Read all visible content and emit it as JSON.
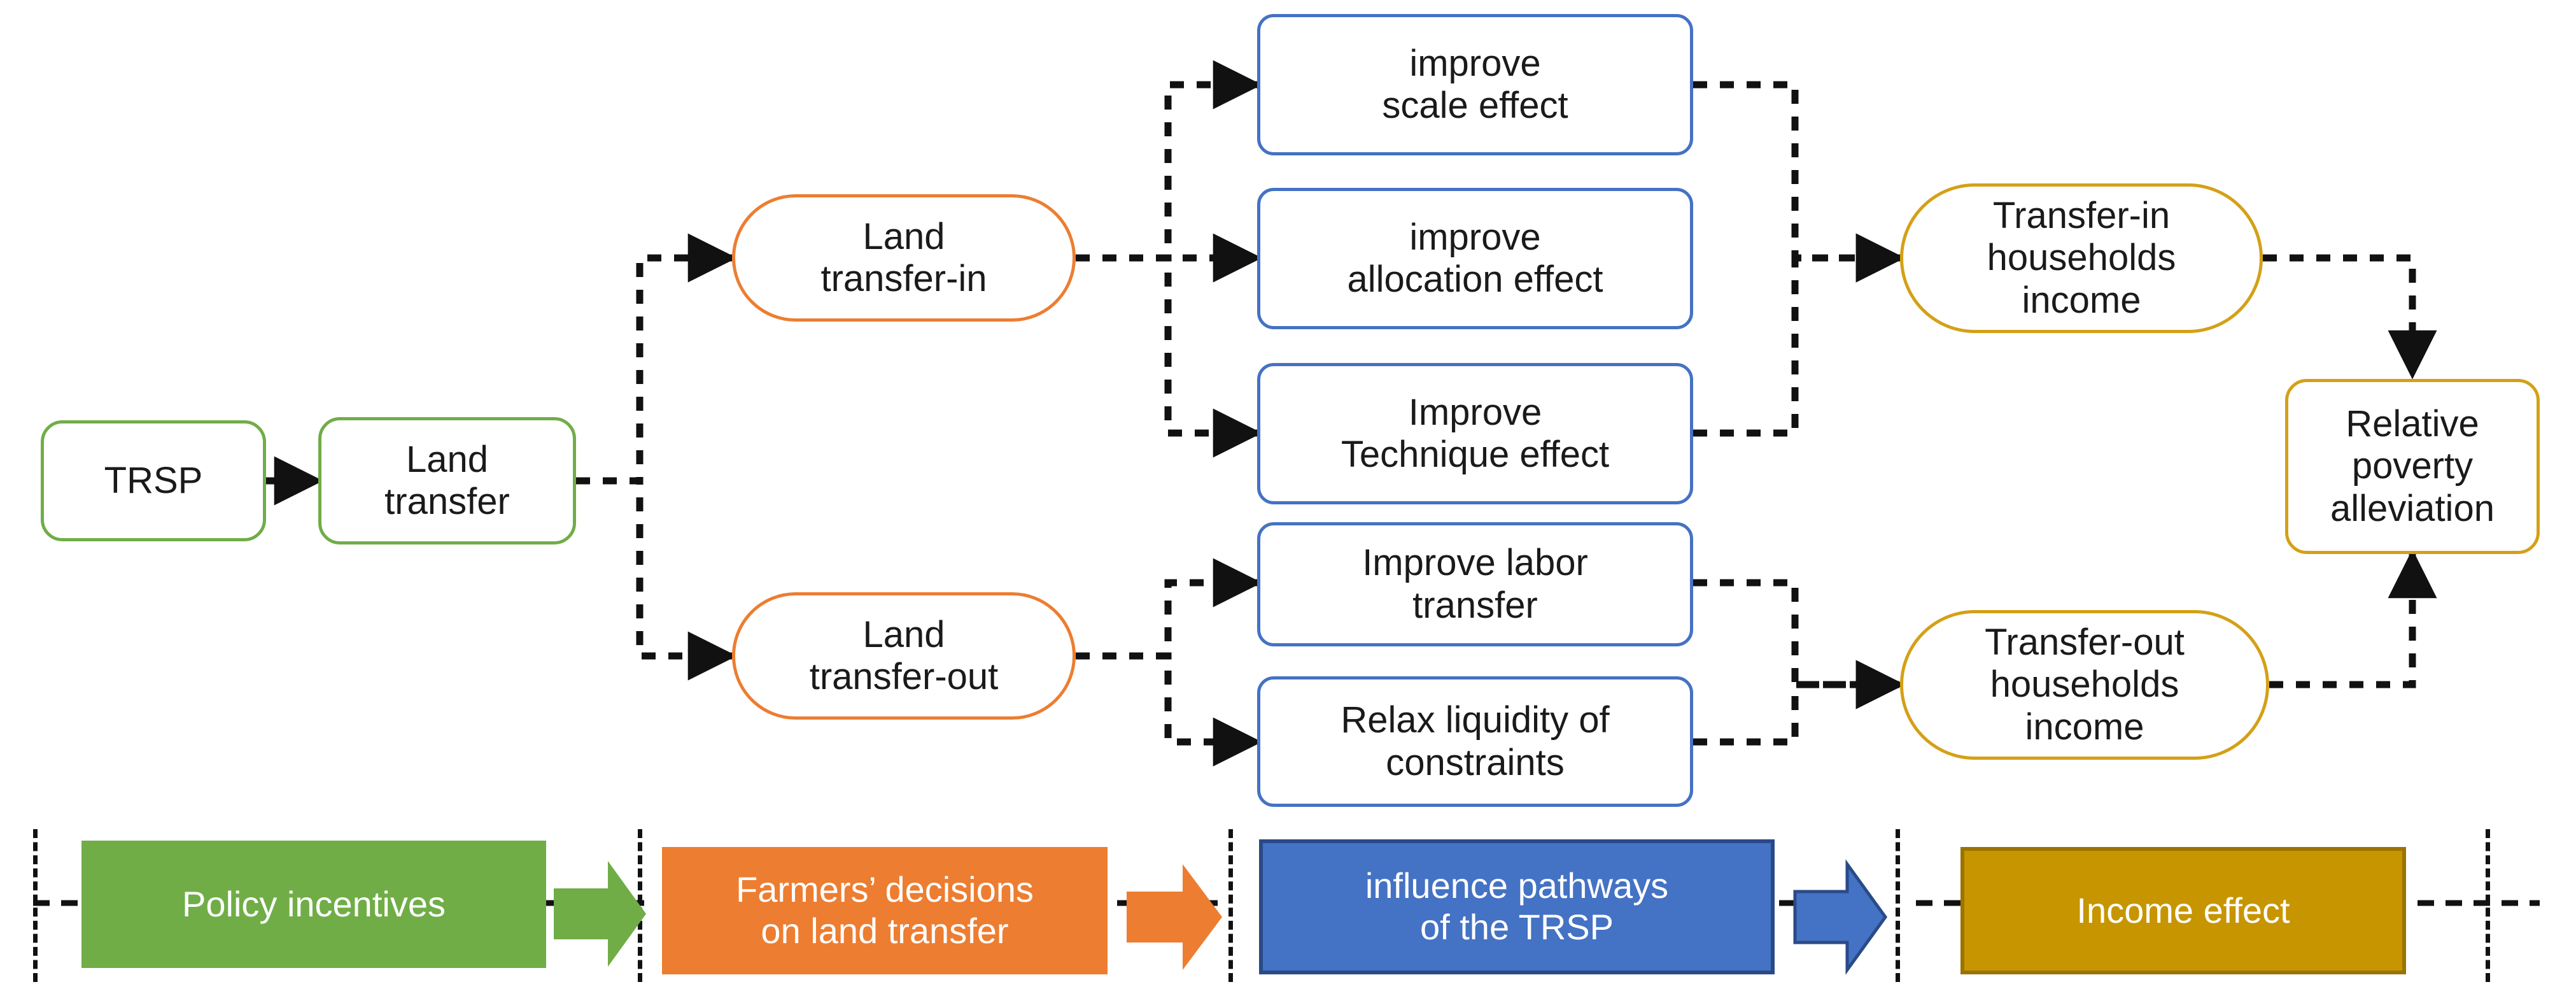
{
  "diagram": {
    "title": "TRSP land transfer relative poverty alleviation pathway diagram",
    "colors": {
      "green": "#70ad47",
      "orange": "#ed7d31",
      "blue": "#4472c4",
      "gold": "#d4a017",
      "gold_fill": "#c79500",
      "connector": "#111111"
    },
    "nodes": {
      "trsp": "TRSP",
      "land_transfer": "Land\ntransfer",
      "land_transfer_in": "Land\ntransfer-in",
      "land_transfer_out": "Land\ntransfer-out",
      "improve_scale_effect": "improve\nscale effect",
      "improve_allocation_effect": "improve\nallocation effect",
      "improve_technique_effect": "Improve\nTechnique effect",
      "improve_labor_transfer": "Improve labor\ntransfer",
      "relax_liquidity": "Relax liquidity of\nconstraints",
      "transfer_in_income": "Transfer-in\nhouseholds\nincome",
      "transfer_out_income": "Transfer-out\nhouseholds\nincome",
      "relative_poverty": "Relative\npoverty\nalleviation"
    }
  },
  "legend": {
    "stages": [
      {
        "label": "Policy incentives",
        "color": "#70ad47"
      },
      {
        "label": "Farmers’ decisions\non land transfer",
        "color": "#ed7d31"
      },
      {
        "label": "influence pathways\nof the TRSP",
        "color": "#4472c4"
      },
      {
        "label": "Income effect",
        "color": "#c79500"
      }
    ],
    "arrows": [
      {
        "name": "green-stage-arrow",
        "color": "#70ad47"
      },
      {
        "name": "orange-stage-arrow",
        "color": "#ed7d31"
      },
      {
        "name": "blue-stage-arrow",
        "color": "#4472c4"
      }
    ]
  }
}
